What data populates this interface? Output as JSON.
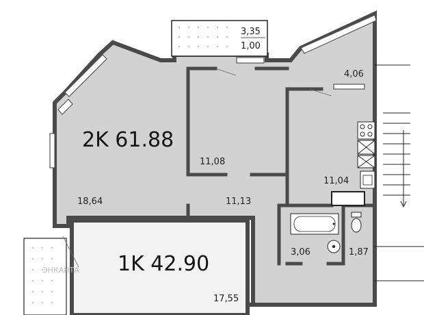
{
  "units": {
    "unit_2k": {
      "label": "2K 61.88"
    },
    "unit_1k": {
      "label": "1K 42.90"
    }
  },
  "rooms": {
    "living_2k": "18,64",
    "bedroom_2k": "11,08",
    "corridor_2k": "11,13",
    "kitchen_2k": "11,04",
    "balcony_top": "3,35",
    "balcony_coef": "1,00",
    "loggia_right": "4,06",
    "bath": "3,06",
    "wc": "1,87",
    "room_1k": "17,55"
  },
  "colors": {
    "room_fill": "#d2d2d2",
    "unit_1k_fill": "#f3f3f3",
    "wall": "#4a4a4a",
    "outline": "#000000"
  }
}
